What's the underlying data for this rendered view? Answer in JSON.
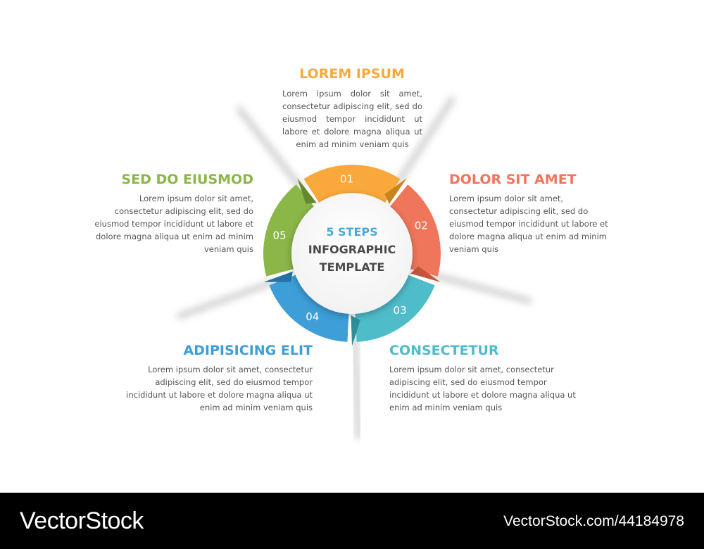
{
  "center": {
    "line1": "5 STEPS",
    "line2": "INFOGRAPHIC",
    "line3": "TEMPLATE"
  },
  "steps": [
    {
      "number": "01",
      "title": "LOREM IPSUM",
      "text": "Lorem ipsum dolor sit amet, consectetur adipiscing elit, sed do eiusmod tempor incididunt ut labore et dolore magna aliqua ut enim ad minim veniam quis",
      "color": "#f9a93c",
      "dark": "#c9841f"
    },
    {
      "number": "02",
      "title": "DOLOR SIT AMET",
      "text": "Lorem ipsum dolor sit amet, consectetur adipiscing elit, sed do eiusmod tempor incididunt ut labore et dolore magna aliqua ut enim ad minim veniam quis",
      "color": "#f0765b",
      "dark": "#c4543c"
    },
    {
      "number": "03",
      "title": "CONSECTETUR",
      "text": "Lorem ipsum dolor sit amet, consectetur adipiscing elit, sed do eiusmod tempor incididunt ut labore et dolore magna aliqua ut enim ad minim veniam quis",
      "color": "#4fbcc9",
      "dark": "#2f8e9a"
    },
    {
      "number": "04",
      "title": "ADIPISICING ELIT",
      "text": "Lorem ipsum dolor sit amet, consectetur adipiscing elit, sed do eiusmod tempor incididunt ut labore et dolore magna aliqua ut enim ad minim veniam quis",
      "color": "#3d9ed8",
      "dark": "#2672a6"
    },
    {
      "number": "05",
      "title": "SED DO EIUSMOD",
      "text": "Lorem ipsum dolor sit amet, consectetur adipiscing elit, sed do eiusmod tempor incididunt ut labore et dolore magna aliqua ut enim ad minim veniam quis",
      "color": "#8bb648",
      "dark": "#648a2c"
    }
  ],
  "footer": {
    "brand": "VectorStock",
    "image_id": "VectorStock.com/44184978"
  }
}
